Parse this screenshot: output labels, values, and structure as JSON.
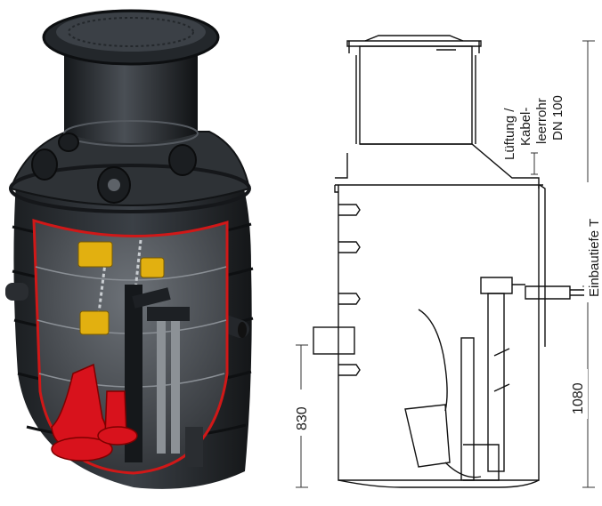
{
  "labels": {
    "vent_line1": "Lüftung /",
    "vent_line2": "Kabel-",
    "vent_line3": "leerrohr",
    "vent_line4": "DN 100",
    "install_depth": "Einbautiefe  T",
    "dim_left": "830",
    "dim_right": "1080"
  },
  "colors": {
    "tank_body": "#2a2d31",
    "cutaway_edge": "#d01818",
    "pump_red": "#d8121c",
    "float_yellow": "#e2b010",
    "line_art": "#111111"
  }
}
